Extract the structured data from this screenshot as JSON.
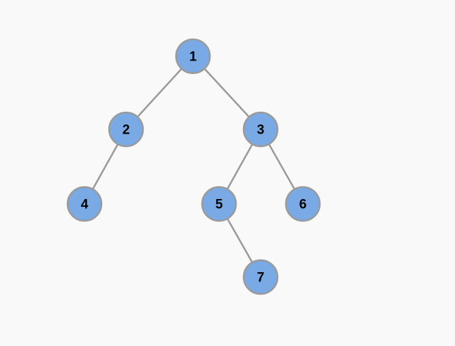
{
  "tree": {
    "nodes": [
      {
        "id": "1",
        "label": "1"
      },
      {
        "id": "2",
        "label": "2"
      },
      {
        "id": "3",
        "label": "3"
      },
      {
        "id": "4",
        "label": "4"
      },
      {
        "id": "5",
        "label": "5"
      },
      {
        "id": "6",
        "label": "6"
      },
      {
        "id": "7",
        "label": "7"
      }
    ],
    "edges": [
      {
        "from": "1",
        "to": "2"
      },
      {
        "from": "1",
        "to": "3"
      },
      {
        "from": "2",
        "to": "4"
      },
      {
        "from": "3",
        "to": "5"
      },
      {
        "from": "3",
        "to": "6"
      },
      {
        "from": "5",
        "to": "7"
      }
    ]
  },
  "colors": {
    "node_fill": "#7aaae6",
    "node_stroke": "#9a9a9a",
    "edge": "#9a9a9a",
    "background": "#f9f9f9",
    "label": "#000000"
  }
}
